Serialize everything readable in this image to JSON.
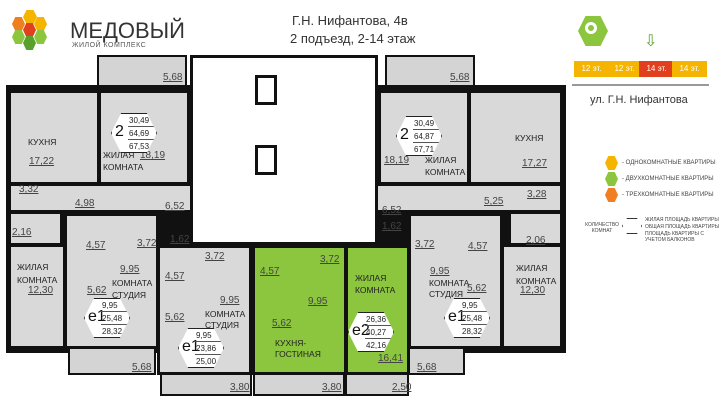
{
  "header": {
    "brand": "МЕДОВЫЙ",
    "brand_sub": "жилой комплекс",
    "address": "Г.Н. Нифантова, 4в",
    "entrance": "2 подъезд, 2-14 этаж"
  },
  "floors": [
    {
      "label": "12 эт.",
      "color": "#f5b400"
    },
    {
      "label": "12 эт.",
      "color": "#f5b400"
    },
    {
      "label": "14 эт.",
      "color": "#e0401e",
      "selected": true
    },
    {
      "label": "14 эт.",
      "color": "#f5b400"
    }
  ],
  "street": "ул. Г.Н. Нифантова",
  "legend": {
    "items": [
      {
        "label": "- ОДНОКОМНАТНЫЕ КВАРТИРЫ",
        "color": "#f5b400"
      },
      {
        "label": "- ДВУХКОМНАТНЫЕ КВАРТИРЫ",
        "color": "#8cc63f"
      },
      {
        "label": "- ТРЕХКОМНАТНЫЕ КВАРТИРЫ",
        "color": "#f07f22"
      }
    ],
    "rooms_count": "КОЛИЧЕСТВО КОМНАТ",
    "living": "ЖИЛАЯ ПЛОЩАДЬ КВАРТИРЫ",
    "total": "ОБЩАЯ ПЛОЩАДЬ КВАРТИРЫ",
    "with_balcony": "ПЛОЩАДЬ КВАРТИРЫ С УЧЕТОМ БАЛКОНОВ"
  },
  "rooms": {
    "kitchen": "КУХНЯ",
    "living1": "ЖИЛАЯ",
    "living2": "КОМНАТА",
    "studio1": "КОМНАТА",
    "studio2": "СТУДИЯ",
    "kg1": "КУХНЯ-",
    "kg2": "ГОСТИНАЯ"
  },
  "apt_left2": {
    "badge": {
      "rooms": "2",
      "living": "30,49",
      "total": "64,69",
      "balcony": "67,53"
    },
    "balcony": "5,68",
    "kitchen": "17,22",
    "living": "18,19",
    "wc": "3,32",
    "bath": "2,16",
    "hall": "4,98",
    "corr": "6,52"
  },
  "apt_left1": {
    "badge": {
      "rooms": "е1",
      "living": "9,95",
      "total": "25,48",
      "balcony": "28,32"
    },
    "living_room": "12,30",
    "wc": "4,57",
    "hall": "3,72",
    "corr": "1,62",
    "studio": "9,95",
    "kitchen": "5,62",
    "balcony": "5,68"
  },
  "apt_center_studio": {
    "badge": {
      "rooms": "е1",
      "living": "9,95",
      "total": "23,86",
      "balcony": "25,00"
    },
    "hall": "3,72",
    "wc": "4,57",
    "studio": "9,95",
    "kitchen": "5,62",
    "balcony": "3,80"
  },
  "apt_green": {
    "badge": {
      "rooms": "е2",
      "living": "26,36",
      "total": "40,27",
      "balcony": "42,16"
    },
    "wc": "4,57",
    "hall": "3,72",
    "corr": "9,95",
    "kitchen": "5,62",
    "living": "16,41",
    "balcony1": "3,80",
    "balcony2": "2,50"
  },
  "apt_right_studio": {
    "badge": {
      "rooms": "е1",
      "living": "9,95",
      "total": "25,48",
      "balcony": "28,32"
    },
    "corr": "1,62",
    "hall": "3,72",
    "wc": "4,57",
    "studio": "9,95",
    "kitchen": "5,62",
    "balcony": "5,68"
  },
  "apt_right1": {
    "bath": "2,06",
    "living_room": "12,30"
  },
  "apt_right2": {
    "badge": {
      "rooms": "2",
      "living": "30,49",
      "total": "64,87",
      "balcony": "67,71"
    },
    "balcony": "5,68",
    "living": "18,19",
    "kitchen": "17,27",
    "wc": "3,28",
    "hall": "5,25",
    "corr": "6,52"
  }
}
